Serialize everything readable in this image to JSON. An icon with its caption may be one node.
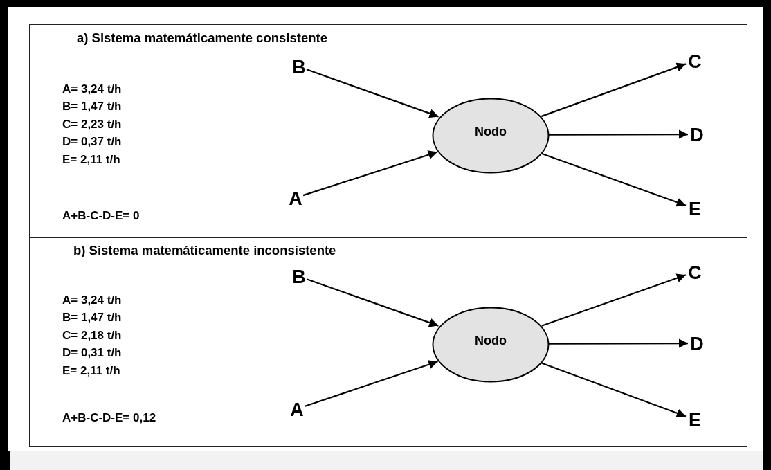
{
  "diagram": {
    "nodes": [
      {
        "text": [
          "a)  Sistema matemáticamente consistente"
        ]
      },
      {
        "text": [
          "Nodo"
        ],
        "in": 0
      },
      {
        "text": [
          "B"
        ],
        "in": 0
      },
      {
        "text": [
          "A"
        ],
        "in": 0
      },
      {
        "text": [
          "C"
        ],
        "in": 0
      },
      {
        "text": [
          "D"
        ],
        "in": 0
      },
      {
        "text": [
          "E"
        ],
        "in": 0
      },
      {
        "text": [
          "b)  Sistema matemáticamente inconsistente"
        ]
      },
      {
        "text": [
          "Nodo"
        ],
        "in": 7
      },
      {
        "text": [
          "B"
        ],
        "in": 7
      },
      {
        "text": [
          "A"
        ],
        "in": 7
      },
      {
        "text": [
          "C"
        ],
        "in": 7
      },
      {
        "text": [
          "D"
        ],
        "in": 7
      },
      {
        "text": [
          "E"
        ],
        "in": 7
      }
    ],
    "edges": [
      {
        "from": 2,
        "to": 1,
        "arrow": "to"
      },
      {
        "from": 3,
        "to": 1,
        "arrow": "to"
      },
      {
        "from": 1,
        "to": 4,
        "arrow": "to"
      },
      {
        "from": 1,
        "to": 5,
        "arrow": "to"
      },
      {
        "from": 1,
        "to": 6,
        "arrow": "to"
      },
      {
        "from": 9,
        "to": 8,
        "arrow": "to"
      },
      {
        "from": 10,
        "to": 8,
        "arrow": "to"
      },
      {
        "from": 8,
        "to": 11,
        "arrow": "to"
      },
      {
        "from": 8,
        "to": 12,
        "arrow": "to"
      },
      {
        "from": 8,
        "to": 13,
        "arrow": "to"
      }
    ],
    "labels": [
      "A= 3,24 t/h",
      "B= 1,47 t/h",
      "C= 2,23 t/h",
      "D= 0,37 t/h",
      "E= 2,11 t/h",
      "A+B-C-D-E= 0",
      "A= 3,24 t/h",
      "B= 1,47 t/h",
      "C= 2,18 t/h",
      "D= 0,31 t/h",
      "E= 2,11 t/h",
      "A+B-C-D-E= 0,12"
    ]
  }
}
